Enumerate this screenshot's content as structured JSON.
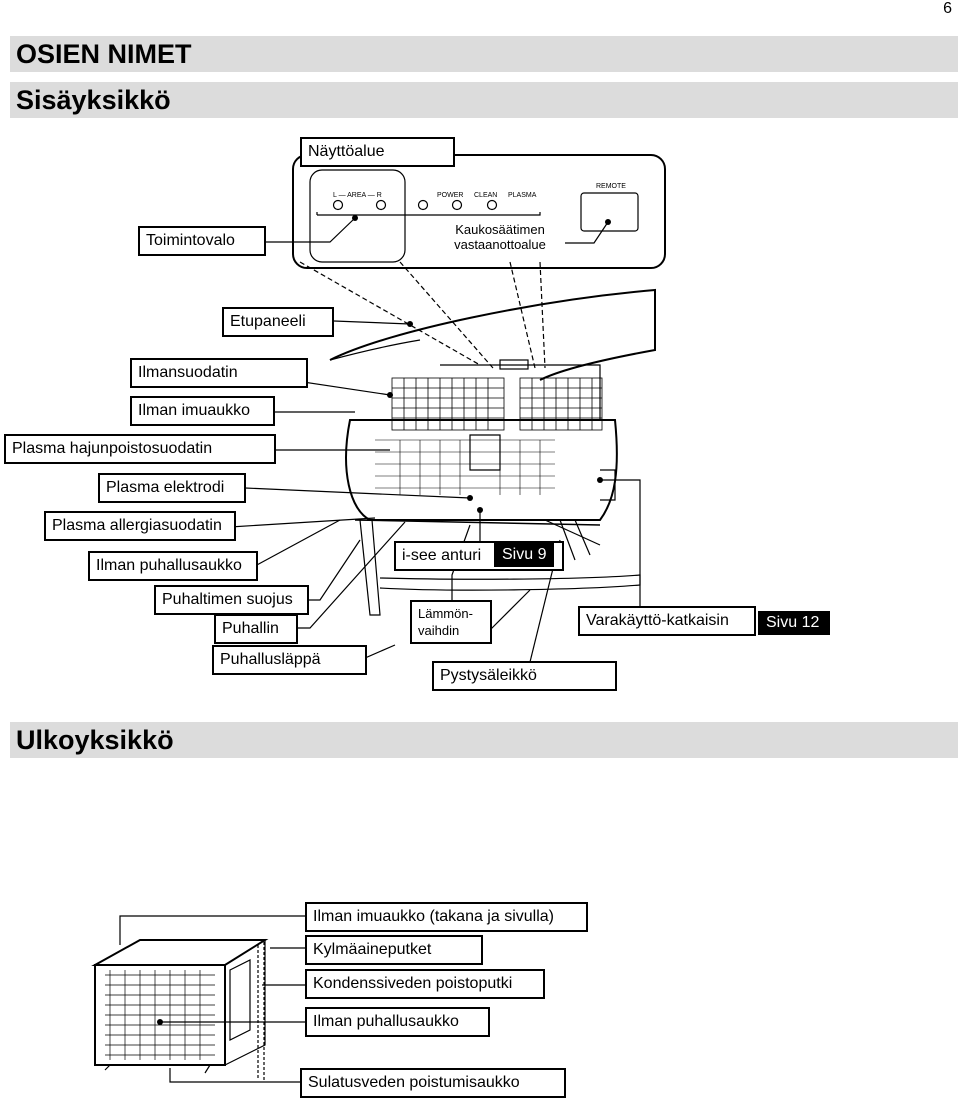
{
  "page_number": "6",
  "title": "OSIEN NIMET",
  "sections": {
    "indoor": "Sisäyksikkö",
    "outdoor": "Ulkoyksikkö"
  },
  "display_panel": {
    "area_label": "L — AREA — R",
    "indicators": [
      "POWER",
      "CLEAN",
      "PLASMA"
    ],
    "remote": "REMOTE"
  },
  "indoor_labels": {
    "display_area": "Näyttöalue",
    "operation_lamp": "Toimintovalo",
    "remote_receiver": "Kaukosäätimen\nvastaanottoalue",
    "front_panel": "Etupaneeli",
    "air_filter": "Ilmansuodatin",
    "air_inlet": "Ilman imuaukko",
    "plasma_deodor": "Plasma hajunpoistosuodatin",
    "plasma_electrode": "Plasma elektrodi",
    "plasma_allergy": "Plasma allergiasuodatin",
    "air_outlet": "Ilman puhallusaukko",
    "fan_guard": "Puhaltimen suojus",
    "fan": "Puhallin",
    "flap": "Puhallusläppä",
    "isee": "i-see anturi",
    "isee_ref": "Sivu 9",
    "heat_exchanger": "Lämmön-\nvaihdin",
    "vertical_vane": "Pystysäleikkö",
    "emergency_switch": "Varakäyttö-katkaisin",
    "emergency_ref": "Sivu 12"
  },
  "outdoor_labels": {
    "air_inlet": "Ilman imuaukko (takana ja sivulla)",
    "refrigerant_pipes": "Kylmäaineputket",
    "drain_hose": "Kondenssiveden poistoputki",
    "air_outlet": "Ilman puhallusaukko",
    "defrost_drain": "Sulatusveden poistumisaukko"
  }
}
